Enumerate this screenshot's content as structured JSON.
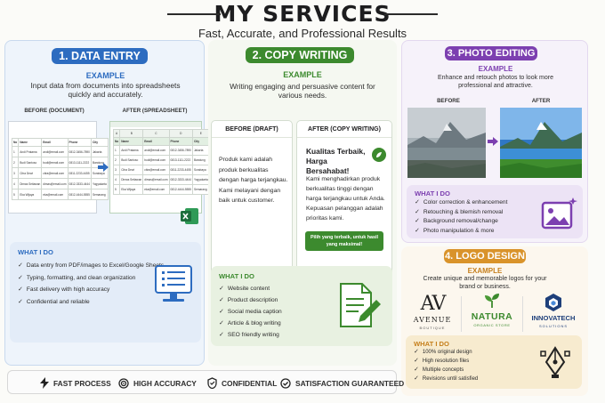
{
  "header": {
    "title": "MY SERVICES",
    "subtitle": "Fast, Accurate, and Professional Results"
  },
  "data_entry": {
    "pill": "1. DATA ENTRY",
    "example": "EXAMPLE",
    "desc": "Input data from documents into spreadsheets quickly and accurately.",
    "before_label": "BEFORE (DOCUMENT)",
    "after_label": "AFTER (SPREADSHEET)",
    "table_headers": [
      "No",
      "Name",
      "Email",
      "Phone",
      "City"
    ],
    "rows": [
      [
        "1",
        "Andi Pratama",
        "andi@email.com",
        "0812-3456-7890",
        "Jakarta"
      ],
      [
        "2",
        "Budi Santoso",
        "budi@email.com",
        "0813-1111-2222",
        "Bandung"
      ],
      [
        "3",
        "Citra Dewi",
        "citra@email.com",
        "0811-2233-4455",
        "Surabaya"
      ],
      [
        "4",
        "Dimas Setiawan",
        "dimas@email.com",
        "0812-3333-4444",
        "Yogyakarta"
      ],
      [
        "5",
        "Eka Wijaya",
        "eka@email.com",
        "0812-4444-5555",
        "Semarang"
      ]
    ],
    "sheet_cols": [
      "A",
      "B",
      "C",
      "D",
      "E"
    ],
    "whatido_title": "WHAT I DO",
    "items": [
      "Data entry from PDF/images to Excel/Google Sheets",
      "Typing, formatting, and clean organization",
      "Fast delivery with high accuracy",
      "Confidential and reliable"
    ],
    "colors": {
      "pill": "#2d6cc0",
      "card": "#eef4fb",
      "card_border": "#c8d9ee",
      "box": "#e3ecf8"
    }
  },
  "copy_writing": {
    "pill": "2. COPY WRITING",
    "example": "EXAMPLE",
    "desc": "Writing engaging and persuasive content for various needs.",
    "before_title": "BEFORE (DRAFT)",
    "before_text": "Produk kami adalah produk berkualitas dengan harga terjangkau. Kami melayani dengan baik untuk customer.",
    "after_title": "AFTER (COPY WRITING)",
    "after_headline": "Kualitas Terbaik, Harga Bersahabat!",
    "after_text": "Kami menghadirkan produk berkualitas tinggi dengan harga terjangkau untuk Anda. Kepuasan pelanggan adalah prioritas kami.",
    "cta": "Pilih yang terbaik, untuk hasil yang maksimal!",
    "whatido_title": "WHAT I DO",
    "items": [
      "Website content",
      "Product description",
      "Social media caption",
      "Article & blog writing",
      "SEO friendly writing"
    ],
    "colors": {
      "pill": "#3c8a2e",
      "card": "#f5f8f1",
      "box": "#e8f1e1"
    }
  },
  "photo_editing": {
    "pill": "3. PHOTO EDITING",
    "example": "EXAMPLE",
    "desc": "Enhance and retouch photos to look more professional and attractive.",
    "before_label": "BEFORE",
    "after_label": "AFTER",
    "whatido_title": "WHAT I DO",
    "items": [
      "Color correction & enhancement",
      "Retouching & blemish removal",
      "Background removal/change",
      "Photo manipulation & more"
    ],
    "colors": {
      "pill": "#7c3fb0",
      "card": "#f6f2fa",
      "box": "#ece3f5"
    }
  },
  "logo_design": {
    "pill": "4. LOGO DESIGN",
    "example": "EXAMPLE",
    "desc": "Create unique and memorable logos for your brand or business.",
    "logos": [
      {
        "mark": "AV",
        "name": "AVENUE",
        "tag": "BOUTIQUE"
      },
      {
        "name": "NATURA",
        "tag": "ORGANIC STORE"
      },
      {
        "name": "INNOVATECH",
        "tag": "SOLUTIONS"
      }
    ],
    "whatido_title": "WHAT I DO",
    "items": [
      "100% original design",
      "High resolution files",
      "Multiple concepts",
      "Revisions until satisfied"
    ],
    "colors": {
      "pill": "#d9932a",
      "card": "#fcf7ee",
      "box": "#f7ebcf"
    }
  },
  "footer": {
    "items": [
      "FAST PROCESS",
      "HIGH ACCURACY",
      "CONFIDENTIAL",
      "SATISFACTION GUARANTEED"
    ]
  },
  "icons": [
    "bolt-icon",
    "target-icon",
    "shield-icon",
    "check-circle-icon",
    "excel-icon",
    "monitor-checklist-icon",
    "document-pen-icon",
    "leaf-icon",
    "image-frame-icon",
    "pen-tool-icon"
  ]
}
